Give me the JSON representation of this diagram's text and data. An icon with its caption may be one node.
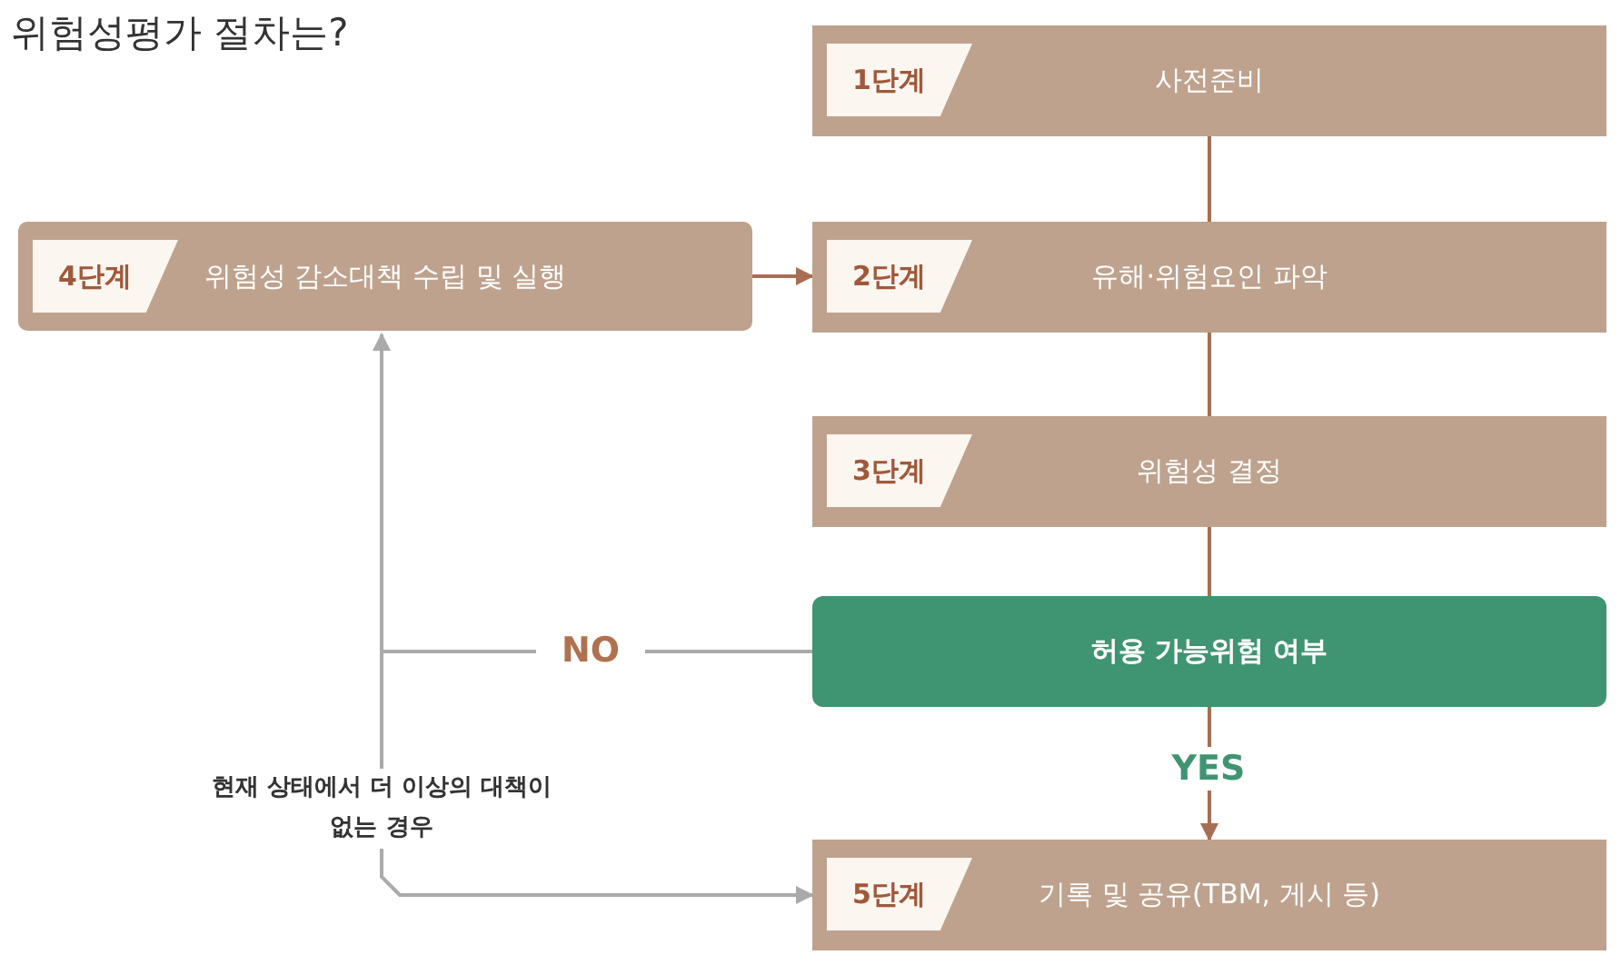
{
  "diagram": {
    "title": "위험성평가 절차는?",
    "nodes": [
      {
        "text": [
          "1단계",
          "사전준비"
        ]
      },
      {
        "text": [
          "2단계",
          "유해·위험요인 파악"
        ]
      },
      {
        "text": [
          "3단계",
          "위험성 결정"
        ]
      },
      {
        "text": [
          "허용 가능위험 여부"
        ]
      },
      {
        "text": [
          "5단계",
          "기록 및 공유(TBM, 게시 등)"
        ]
      },
      {
        "text": [
          "4단계",
          "위험성 감소대책 수립 및 실행"
        ]
      }
    ],
    "edges": [
      {
        "from": 0,
        "to": 1,
        "arrow": "none"
      },
      {
        "from": 1,
        "to": 2,
        "arrow": "none"
      },
      {
        "from": 2,
        "to": 3,
        "arrow": "none"
      },
      {
        "from": 3,
        "to": 4,
        "arrow": "to",
        "label": "YES"
      },
      {
        "from": 3,
        "to": 5,
        "arrow": "to",
        "label": "NO",
        "color": "#aaaaaa"
      },
      {
        "from": 5,
        "to": 1,
        "arrow": "to"
      },
      {
        "from": 5,
        "to": 4,
        "arrow": "to",
        "label": "현재 상태에서 더 이상의 대책이 없는 경우",
        "color": "#aaaaaa"
      }
    ]
  }
}
